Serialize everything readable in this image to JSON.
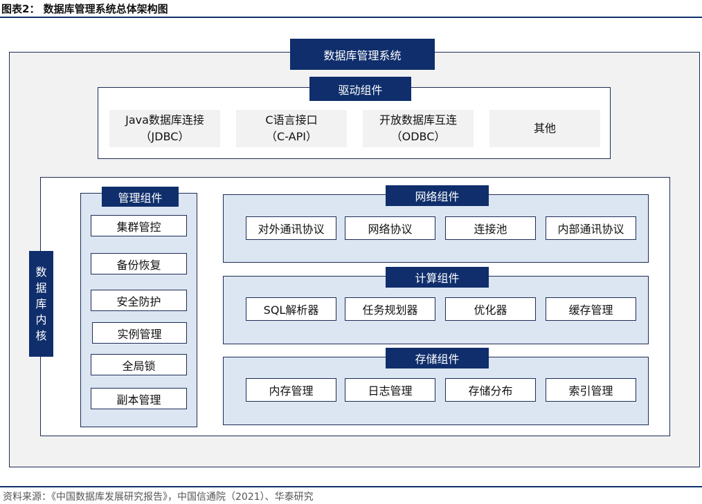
{
  "figure": {
    "title": "图表2：  数据库管理系统总体架构图",
    "source": "资料来源：《中国数据库发展研究报告》，中国信通院（2021）、华泰研究"
  },
  "system": {
    "title": "数据库管理系统",
    "driver": {
      "title": "驱动组件",
      "items": [
        {
          "line1": "Java数据库连接",
          "line2": "（JDBC）"
        },
        {
          "line1": "C语言接口",
          "line2": "（C-API）"
        },
        {
          "line1": "开放数据库互连",
          "line2": "（ODBC）"
        },
        {
          "line1": "其他",
          "line2": ""
        }
      ]
    },
    "kernel": {
      "label": [
        "数",
        "据",
        "库",
        "内",
        "核"
      ],
      "management": {
        "title": "管理组件",
        "items": [
          "集群管控",
          "备份恢复",
          "安全防护",
          "实例管理",
          "全局锁",
          "副本管理"
        ]
      },
      "network": {
        "title": "网络组件",
        "items": [
          "对外通讯协议",
          "网络协议",
          "连接池",
          "内部通讯协议"
        ]
      },
      "compute": {
        "title": "计算组件",
        "items": [
          "SQL解析器",
          "任务规划器",
          "优化器",
          "缓存管理"
        ]
      },
      "storage": {
        "title": "存储组件",
        "items": [
          "内存管理",
          "日志管理",
          "存储分布",
          "索引管理"
        ]
      }
    }
  },
  "colors": {
    "navy": "#0f2e6b",
    "light_blue": "#dce6f2",
    "outer_bg": "#f2f2f2",
    "gray_box": "#f2f2f2"
  }
}
